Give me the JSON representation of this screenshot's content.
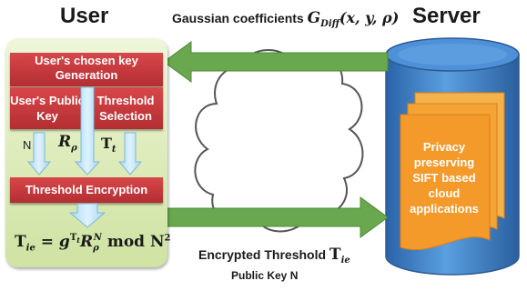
{
  "titles": {
    "user": "User",
    "server": "Server"
  },
  "user_panel": {
    "key_generation": "User's chosen key Generation",
    "public_key": "User's Public Key",
    "threshold_selection": "Threshold Selection",
    "var_n": "N",
    "var_r": "R",
    "var_r_sub": "ρ",
    "var_t": "T",
    "var_t_sub": "t",
    "threshold_encryption": "Threshold Encryption",
    "formula": {
      "lhs": "T",
      "lhs_sub": "ie",
      "eq": " = ",
      "g": "g",
      "g_sup_T": "T",
      "g_sup_sub": "t",
      "R": "R",
      "R_sub": "ρ",
      "R_sup": "N",
      "mod": " mod ",
      "N": "N",
      "N_sup": "2"
    }
  },
  "top_arrow": {
    "label": "Gaussian coefficients ",
    "G": "G",
    "G_sub": "Diff",
    "args": "(x, y, ρ)"
  },
  "bottom_arrow": {
    "label": "Encrypted Threshold ",
    "T": "T",
    "T_sub": "ie",
    "sublabel": "Public Key N"
  },
  "server_doc": {
    "lines": [
      "Privacy",
      "preserving",
      "SIFT based",
      "cloud",
      "applications"
    ]
  },
  "colors": {
    "red_box": "#c0393c",
    "green_arrow": "#6aa84f",
    "server_blue": "#3a7fc8",
    "document_orange": "#f39a2a",
    "user_panel_green": "#dcebb8"
  }
}
